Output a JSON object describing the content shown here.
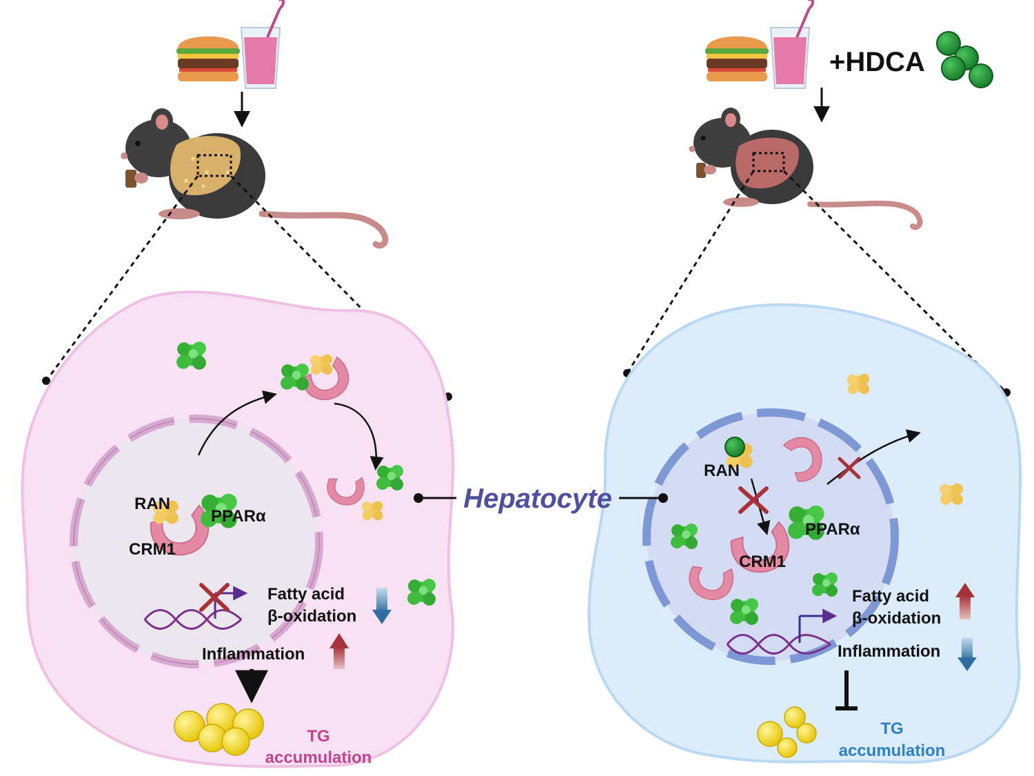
{
  "treatment_label": "+HDCA",
  "hepatocyte_label": "Hepatocyte",
  "left_panel": {
    "ran": "RAN",
    "crm1": "CRM1",
    "ppara": "PPARα",
    "fatty_acid_line1": "Fatty acid",
    "fatty_acid_line2": "β-oxidation",
    "inflammation": "Inflammation",
    "tg_line1": "TG",
    "tg_line2": "accumulation"
  },
  "right_panel": {
    "ran": "RAN",
    "crm1": "CRM1",
    "ppara": "PPARα",
    "fatty_acid_line1": "Fatty acid",
    "fatty_acid_line2": "β-oxidation",
    "inflammation": "Inflammation",
    "tg_line1": "TG",
    "tg_line2": "accumulation"
  },
  "colors": {
    "left_cell": "#f5dcf0",
    "right_cell": "#d8ebfb",
    "ppara": "#3dbf3d",
    "ran": "#f2c95e",
    "crm1": "#e58aa5",
    "up_arrow": "#a8323a",
    "down_arrow": "#2f6fa0",
    "tg_left": "#c0448f",
    "tg_right": "#2f7fc4"
  }
}
